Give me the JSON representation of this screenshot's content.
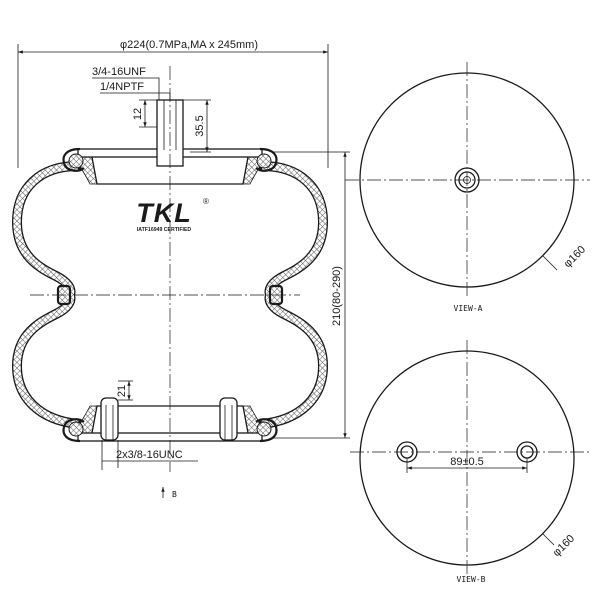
{
  "drawing": {
    "side_view": {
      "overall_diameter": "φ224(0.7MPa,MA x 245mm)",
      "top_stud_thread": "3/4-16UNF",
      "air_inlet_thread": "1/4NPTF",
      "top_stud_dim_small": "12",
      "top_stud_dim_large": "35.5",
      "height_range": "210(80-290)",
      "bottom_stud_dim": "21",
      "bottom_stud_thread": "2x3/8-16UNC",
      "view_b_arrow_label": "B"
    },
    "logo": {
      "brand": "TKL",
      "registered_mark": "®",
      "certification": "IATF16949 CERTIFIED"
    },
    "view_a": {
      "label": "VIEW-A",
      "diameter": "φ160"
    },
    "view_b": {
      "label": "VIEW-B",
      "diameter": "φ160",
      "hole_spacing": "89±0.5"
    }
  },
  "colors": {
    "line": "#1a1a1a",
    "hatch": "#555555",
    "background": "#ffffff"
  }
}
